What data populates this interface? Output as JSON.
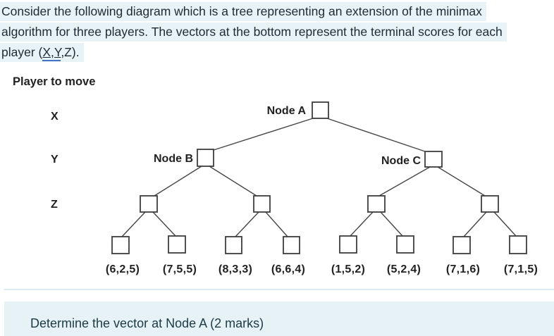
{
  "question": {
    "lines": [
      "Consider the following diagram which is a tree representing an extension of the minimax",
      "algorithm for three players. The vectors at the bottom represent the terminal scores for each"
    ],
    "line3": {
      "prefix": "player (",
      "underlined": "X,Y",
      "suffix": ",Z)."
    }
  },
  "diagram": {
    "player_to_move_label": "Player to move",
    "levels": [
      {
        "label": "X"
      },
      {
        "label": "Y"
      },
      {
        "label": "Z"
      }
    ],
    "nodes": {
      "a": "Node A",
      "b": "Node B",
      "c": "Node C"
    },
    "terminal_vectors": [
      "(6,2,5)",
      "(7,5,5)",
      "(8,3,3)",
      "(6,6,4)",
      "(1,5,2)",
      "(5,2,4)",
      "(7,1,6)",
      "(7,1,5)"
    ]
  },
  "footer": {
    "prompt": "Determine the vector at Node A (2 marks)"
  },
  "colors": {
    "highlight": "#e8f3f7",
    "footer_highlight": "#e7f2f6",
    "grammar_underline": "#4472c4",
    "tree_stroke": "#3d3d3d"
  }
}
